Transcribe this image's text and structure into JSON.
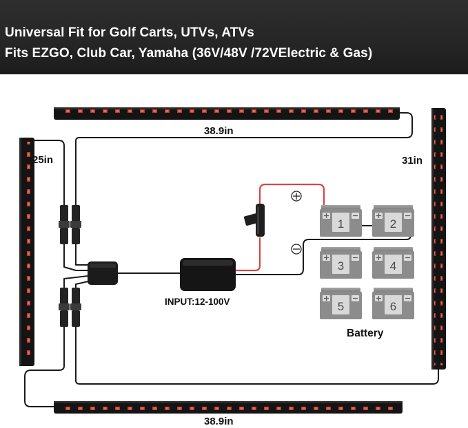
{
  "banner": {
    "line1": "Universal Fit for Golf Carts, UTVs, ATVs",
    "line2": "Fits EZGO, Club Car, Yamaha (36V/48V /72VElectric & Gas)"
  },
  "labels": {
    "top_strip_length": "38.9in",
    "bottom_strip_length": "38.9in",
    "left_strip_length": "25in",
    "right_strip_length": "31in",
    "input": "INPUT:12-100V",
    "battery": "Battery",
    "positive_symbol": "⊕",
    "negative_symbol": "⊖"
  },
  "batteries": [
    "1",
    "2",
    "3",
    "4",
    "5",
    "6"
  ],
  "colors": {
    "banner_bg": "#262626",
    "strip": "#141414",
    "led": "#c0392b",
    "wire": "#1a1a1a",
    "positive_wire": "#d84545",
    "battery_body": "#8c8c8c"
  },
  "icons": [
    "led-strip",
    "connector",
    "junction-box",
    "controller-box",
    "fuse-holder",
    "battery"
  ]
}
